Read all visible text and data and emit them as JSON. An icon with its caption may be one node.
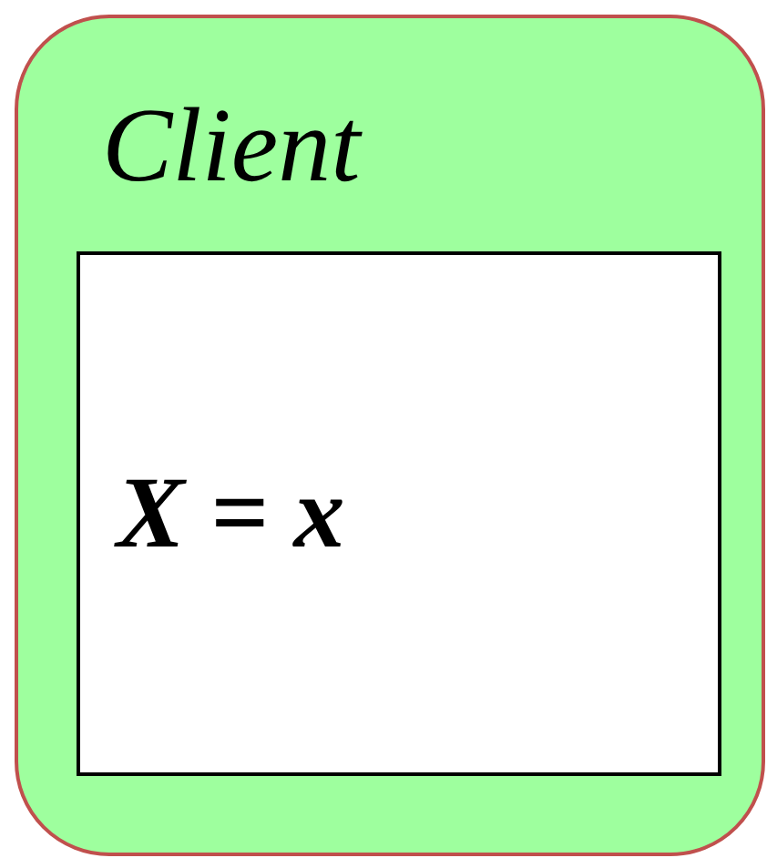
{
  "diagram": {
    "nodes": [
      {
        "text": [
          "Client"
        ]
      },
      {
        "text": [
          "X = x"
        ],
        "in": 0
      }
    ]
  }
}
